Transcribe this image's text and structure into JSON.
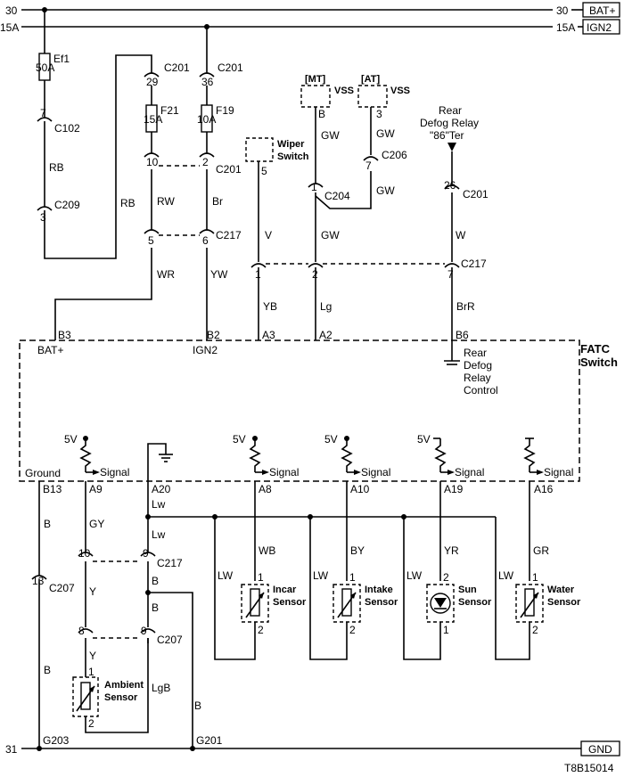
{
  "rails": {
    "bat_left": "30",
    "bat_right": "30",
    "bat_box": "BAT+",
    "ign_left": "15A",
    "ign_right": "15A",
    "ign_box": "IGN2",
    "gnd_left": "31",
    "gnd_box": "GND"
  },
  "fuses": {
    "ef1_name": "Ef1",
    "ef1_rating": "50A",
    "f21_name": "F21",
    "f21_rating": "15A",
    "f19_name": "F19",
    "f19_rating": "10A"
  },
  "connectors": {
    "c102_pin": "7",
    "c102": "C102",
    "c209_pin": "3",
    "c209": "C209",
    "c201_29": "29",
    "c201_36": "36",
    "c201": "C201",
    "c201_10": "10",
    "c201_2": "2",
    "c217_5": "5",
    "c217_6": "6",
    "c217": "C217",
    "c204_pin": "1",
    "c204": "C204",
    "c206_pin": "7",
    "c206": "C206",
    "c201_26": "26",
    "c217_1": "1",
    "c217_2": "2",
    "c217_7": "7",
    "c217_10": "10",
    "c217_9": "9",
    "c207_13": "13",
    "c207": "C207",
    "c207_8": "8",
    "c207_9": "9"
  },
  "wires": {
    "rb1": "RB",
    "rb2": "RB",
    "rw": "RW",
    "br": "Br",
    "wr": "WR",
    "yw": "YW",
    "v": "V",
    "gw_mt": "GW",
    "gw_at": "GW",
    "gw_at2": "GW",
    "gw_main": "GW",
    "w": "W",
    "yb": "YB",
    "lg": "Lg",
    "brr": "BrR",
    "gy": "GY",
    "lw1": "Lw",
    "lw2": "Lw",
    "y1": "Y",
    "y2": "Y",
    "lgb": "LgB",
    "b_gnd": "B",
    "b_gnd2": "B",
    "b_c217": "B",
    "b_c207": "B",
    "b_g201": "B",
    "wb": "WB",
    "by": "BY",
    "yr": "YR",
    "gr": "GR",
    "lw_incar": "LW",
    "lw_intake": "LW",
    "lw_sun": "LW",
    "lw_water": "LW"
  },
  "components": {
    "wiper_l1": "Wiper",
    "wiper_l2": "Switch",
    "wiper_pin": "5",
    "vss_mt_tag": "[MT]",
    "vss_mt": "VSS",
    "vss_mt_pin": "B",
    "vss_at_tag": "[AT]",
    "vss_at": "VSS",
    "vss_at_pin": "3",
    "defog_l1": "Rear",
    "defog_l2": "Defog Relay",
    "defog_l3": "\"86\"Ter"
  },
  "fatc": {
    "title1": "FATC",
    "title2": "Switch",
    "pin_b3": "B3",
    "pin_b2": "B2",
    "pin_a3": "A3",
    "pin_a2": "A2",
    "pin_b6": "B6",
    "bat_label": "BAT+",
    "ign_label": "IGN2",
    "relay_l1": "Rear",
    "relay_l2": "Defog",
    "relay_l3": "Relay",
    "relay_l4": "Control",
    "ground": "Ground",
    "pin_b13": "B13",
    "pin_a9": "A9",
    "pin_a20": "A20",
    "pin_a8": "A8",
    "pin_a10": "A10",
    "pin_a19": "A19",
    "pin_a16": "A16",
    "v5_1": "5V",
    "v5_2": "5V",
    "v5_3": "5V",
    "v5_4": "5V",
    "sig1": "Signal",
    "sig2": "Signal",
    "sig3": "Signal",
    "sig4": "Signal",
    "sig5": "Signal"
  },
  "sensors": {
    "incar_l1": "Incar",
    "incar_l2": "Sensor",
    "intake_l1": "Intake",
    "intake_l2": "Sensor",
    "sun_l1": "Sun",
    "sun_l2": "Sensor",
    "water_l1": "Water",
    "water_l2": "Sensor",
    "ambient_l1": "Ambient",
    "ambient_l2": "Sensor",
    "p1": "1",
    "p2": "2"
  },
  "grounds": {
    "g203": "G203",
    "g201": "G201"
  },
  "footer": {
    "code": "T8B15014"
  }
}
